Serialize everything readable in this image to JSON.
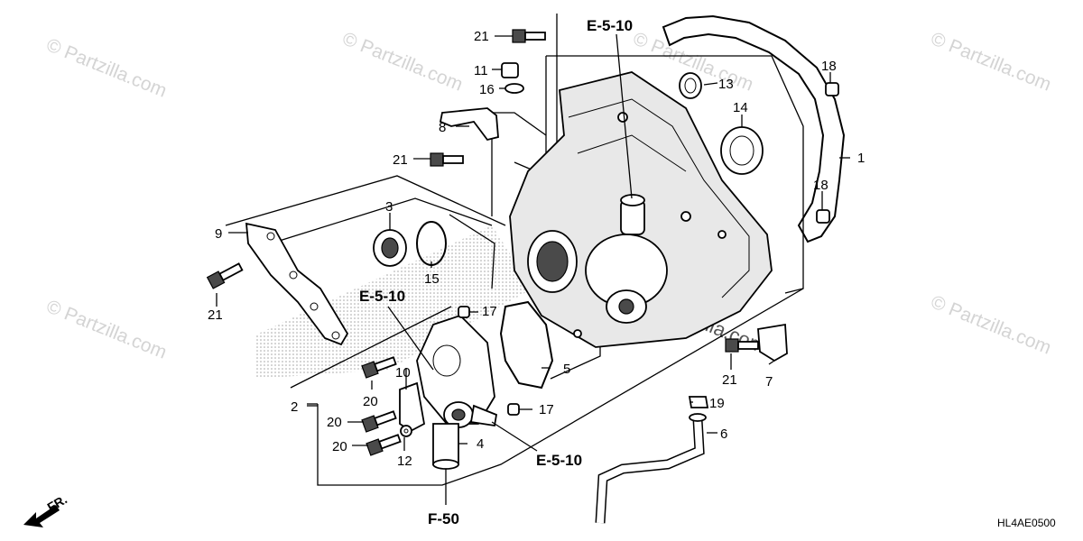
{
  "watermark": {
    "text": "© Partzilla.com",
    "center_text": "Partzilla.com"
  },
  "callouts": {
    "c1": "1",
    "c2": "2",
    "c3": "3",
    "c4": "4",
    "c5": "5",
    "c6": "6",
    "c7": "7",
    "c8": "8",
    "c9": "9",
    "c10": "10",
    "c11": "11",
    "c12": "12",
    "c13": "13",
    "c14": "14",
    "c15": "15",
    "c16": "16",
    "c17a": "17",
    "c17b": "17",
    "c18a": "18",
    "c18b": "18",
    "c19": "19",
    "c20a": "20",
    "c20b": "20",
    "c20c": "20",
    "c21a": "21",
    "c21b": "21",
    "c21c": "21",
    "c21d": "21"
  },
  "references": {
    "e510_top": "E-5-10",
    "e510_mid": "E-5-10",
    "e510_low": "E-5-10",
    "f50": "F-50"
  },
  "front_indicator": "FR.",
  "diagram_code": "HL4AE0500"
}
